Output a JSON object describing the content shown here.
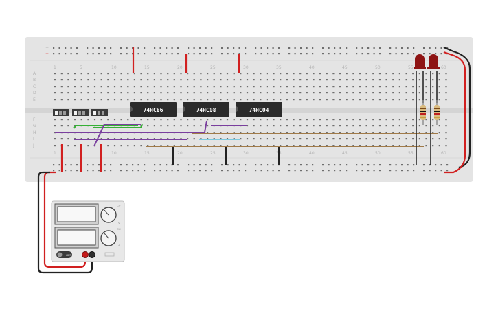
{
  "breadboard": {
    "rail_labels": {
      "minus": "−",
      "plus": "+"
    },
    "row_labels_top": [
      "A",
      "B",
      "C",
      "D",
      "E"
    ],
    "row_labels_bottom": [
      "F",
      "G",
      "H",
      "I",
      "J"
    ],
    "column_numbers": [
      "1",
      "5",
      "10",
      "15",
      "20",
      "25",
      "30",
      "35",
      "40",
      "45",
      "50",
      "55",
      "60"
    ]
  },
  "chips": [
    {
      "label": "74HC86"
    },
    {
      "label": "74HC08"
    },
    {
      "label": "74HC04"
    }
  ],
  "power_supply": {
    "switch_label": "OFF",
    "dial_top_label": "CV",
    "dial_bottom_label": "CC",
    "unit_v": "V",
    "unit_a": "A"
  },
  "colors": {
    "board": "#e4e4e4",
    "chip": "#2b2b2b",
    "wire_red": "#d12020",
    "wire_black": "#222222",
    "wire_purple": "#7a3f9e",
    "wire_green": "#35b035",
    "wire_brown": "#a07a48",
    "wire_cyan": "#7cc8de",
    "led": "#8e1414"
  }
}
